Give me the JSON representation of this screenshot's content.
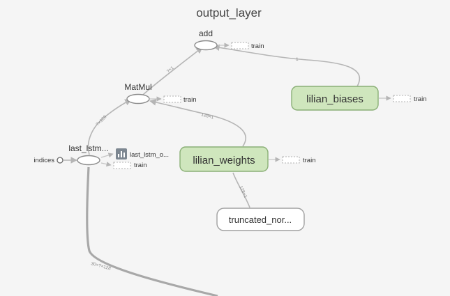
{
  "graph": {
    "title": "output_layer",
    "nodes": {
      "add": {
        "label": "add"
      },
      "matmul": {
        "label": "MatMul"
      },
      "last_lstm": {
        "label": "last_lstm..."
      },
      "indices": {
        "label": "indices"
      },
      "last_lstm_out": {
        "label": "last_lstm_o..."
      },
      "lilian_biases": {
        "label": "lilian_biases"
      },
      "lilian_weights": {
        "label": "lilian_weights"
      },
      "truncated_normal": {
        "label": "truncated_nor..."
      }
    },
    "train_label": "train",
    "edge_labels": {
      "matmul_to_add": "?×1",
      "biases_to_add": "1",
      "lstm_to_matmul": "?×128",
      "weights_to_matmul": "128×1",
      "trunc_to_weights": "128×1",
      "lstm_down": "30×?×128"
    }
  },
  "colors": {
    "background": "#f5f5f5",
    "variable_fill": "#cfe6bd",
    "variable_stroke": "#8aaf76",
    "edge": "#b5b5b5"
  }
}
